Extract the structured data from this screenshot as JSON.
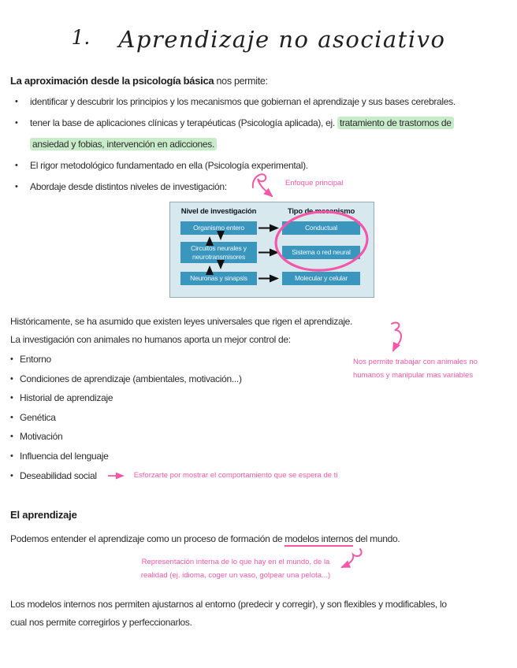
{
  "page_title": {
    "number": "1.",
    "text": "Aprendizaje no asociativo"
  },
  "colors": {
    "annotation_pink": "#f457a7",
    "highlight_green": "#c8ecca",
    "diagram_background": "#d8e8ef",
    "diagram_box_blue": "#3b96be"
  },
  "intro": {
    "heading_bold": "La aproximación desde la psicología básica",
    "heading_rest": " nos permite:",
    "bullet1": "identificar y descubrir los principios y los mecanismos que gobiernan el aprendizaje y sus bases cerebrales.",
    "bullet2_pre": "tener la base de aplicaciones clínicas y terapéuticas (Psicología aplicada), ej. ",
    "bullet2_highlight1": "tratamiento de trastornos de",
    "bullet2_highlight2": "ansiedad y fobias, intervención en adicciones.",
    "bullet3": "El rigor metodológico fundamentado en ella (Psicología experimental).",
    "bullet4": "Abordaje desde distintos niveles de investigación:",
    "annotation_enfoque": "Enfoque principal"
  },
  "diagram": {
    "header_left": "Nivel de investigación",
    "header_right": "Tipo de mecanismo",
    "left_boxes": [
      "Organismo entero",
      "Circuitos neurales y neurotransmisores",
      "Neuronas y sinapsis"
    ],
    "right_boxes": [
      "Conductual",
      "Sistema o red neural",
      "Molecular y celular"
    ]
  },
  "historia": {
    "line1": "Históricamente, se ha asumido que existen leyes universales que rigen el aprendizaje.",
    "line2": "La investigación con animales no humanos aporta un mejor control de:",
    "side_note": "Nos permite trabajar con animales no humanos y manipular mas variables",
    "control_items": [
      "Entorno",
      "Condiciones de aprendizaje (ambientales, motivación...)",
      "Historial de aprendizaje",
      "Genética",
      "Motivación",
      "Influencia del lenguaje",
      "Deseabilidad social"
    ],
    "social_note": "Esforzarte por mostrar el comportamiento que se espera de ti"
  },
  "aprendizaje": {
    "heading": "El aprendizaje",
    "sentence_pre": "Podemos entender el aprendizaje como un proceso de formación de ",
    "sentence_underline": "modelos internos",
    "sentence_post": " del mundo.",
    "note_line1": "Representación interna de lo que hay en el mundo, de la",
    "note_line2": "realidad (ej. idioma, coger un vaso, golpear una pelota...)",
    "final_line1": "Los modelos internos nos permiten ajustarnos al entorno (predecir y corregir), y son flexibles y modificables, lo",
    "final_line2": "cual nos permite corregirlos y perfeccionarlos."
  }
}
